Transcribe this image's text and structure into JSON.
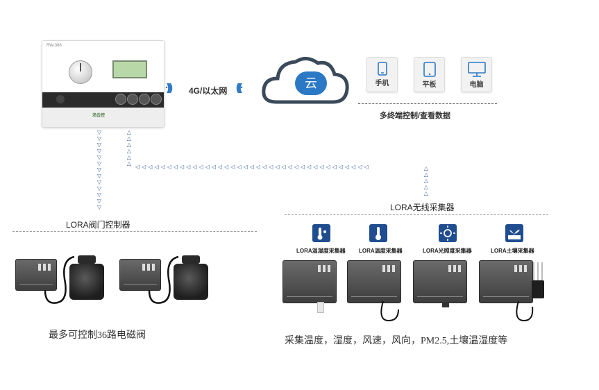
{
  "controller": {
    "model": "RW-366",
    "logo": "汤云控"
  },
  "network": {
    "label": "4G/以太网"
  },
  "cloud": {
    "label": "云"
  },
  "terminals": [
    {
      "label": "手机",
      "icon": "phone-icon"
    },
    {
      "label": "平板",
      "icon": "tablet-icon"
    },
    {
      "label": "电脑",
      "icon": "computer-icon"
    }
  ],
  "terminals_caption": "多终端控制/查看数据",
  "valve_section": {
    "title": "LORA阀门控制器",
    "caption": "最多可控制36路电磁阀"
  },
  "sensor_section": {
    "title": "LORA无线采集器",
    "sensors": [
      {
        "label": "LORA温湿度采集器",
        "icon": "thermo-humidity-icon"
      },
      {
        "label": "LORA温度采集器",
        "icon": "thermometer-icon"
      },
      {
        "label": "LORA光照度采集器",
        "icon": "sun-icon"
      },
      {
        "label": "LORA土壤采集器",
        "icon": "soil-plant-icon"
      }
    ],
    "caption": "采集温度，湿度，风速，风向，PM2.5,土壤温湿度等"
  },
  "colors": {
    "accent": "#2b78c4",
    "arrow": "#3b5f9a",
    "icon_bg": "#1f4d8f",
    "device": "#4a4a4a"
  }
}
